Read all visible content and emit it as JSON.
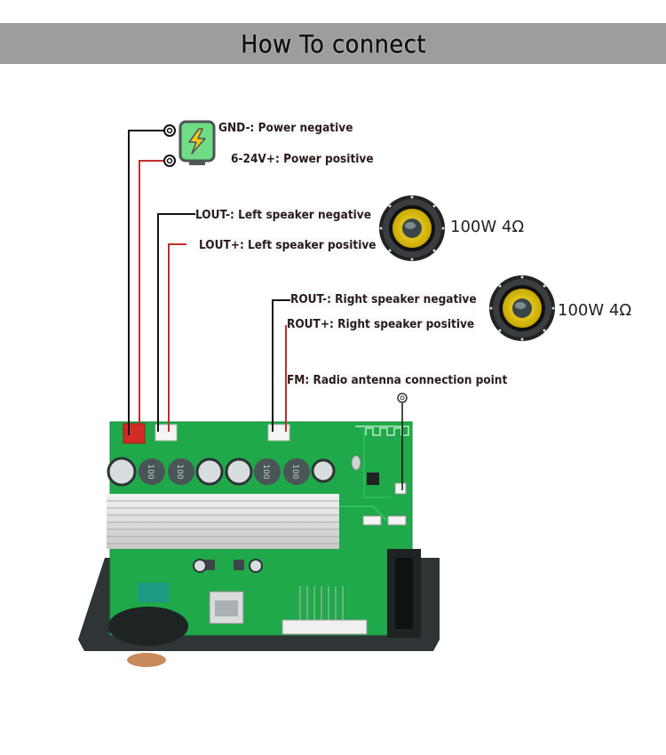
{
  "title": "How To connect",
  "power": {
    "icon": "power-supply-icon",
    "gnd_label": "GND-: Power negative",
    "vcc_label": "6-24V+: Power positive"
  },
  "left_speaker": {
    "neg_label": "LOUT-: Left speaker negative",
    "pos_label": "LOUT+: Left speaker positive",
    "icon": "speaker-icon",
    "spec": "100W 4Ω"
  },
  "right_speaker": {
    "neg_label": "ROUT-: Right speaker negative",
    "pos_label": "ROUT+: Right speaker positive",
    "icon": "speaker-icon",
    "spec": "100W 4Ω"
  },
  "fm": {
    "label": "FM: Radio antenna connection point"
  },
  "board": {
    "inductor_marking": "100"
  },
  "colors": {
    "banner": "#9e9d9e",
    "negative_wire": "#111111",
    "positive_wire": "#c0302c",
    "pcb": "#1fa94a",
    "speaker_cone": "#e8cc10"
  }
}
